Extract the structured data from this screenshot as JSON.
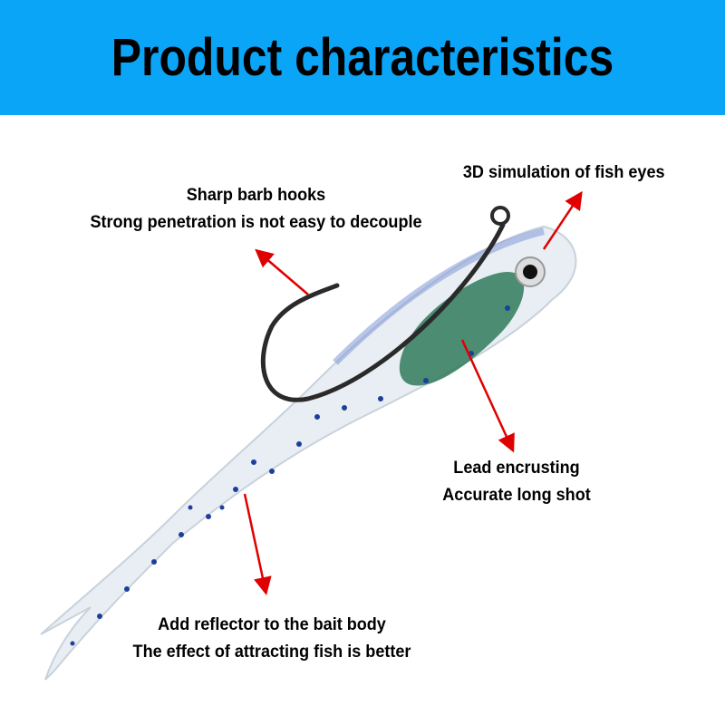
{
  "header": {
    "title": "Product characteristics",
    "background": "#0ba5f8"
  },
  "callouts": {
    "eyes": {
      "line1": "3D simulation of fish eyes"
    },
    "hooks": {
      "line1": "Sharp barb hooks",
      "line2": "Strong penetration is not easy to decouple"
    },
    "lead": {
      "line1": "Lead encrusting",
      "line2": "Accurate long shot"
    },
    "reflector": {
      "line1": "Add reflector to the bait body",
      "line2": "The effect of attracting fish is better"
    }
  },
  "arrow_color": "#e00000"
}
